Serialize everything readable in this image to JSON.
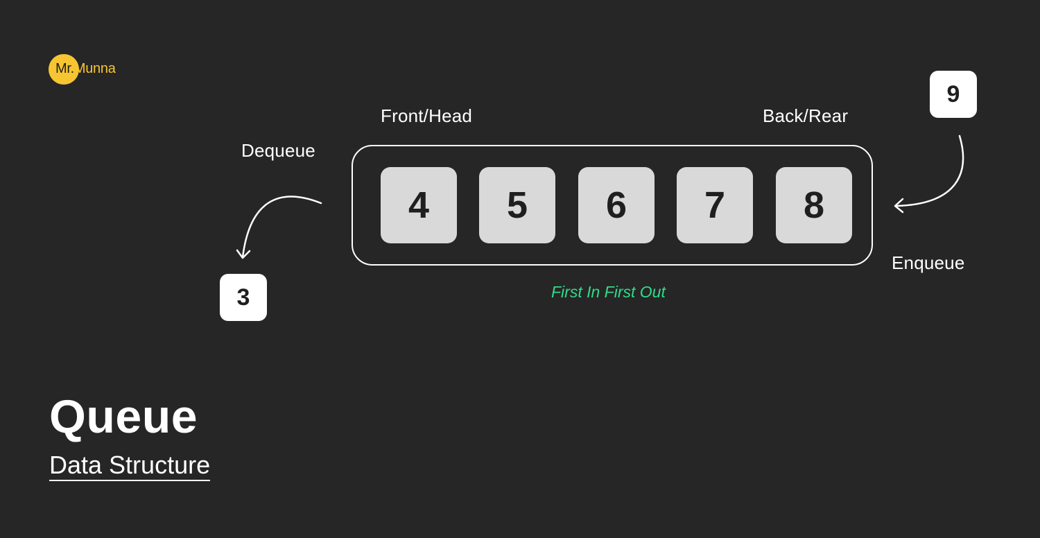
{
  "brand": {
    "prefix": "Mr.",
    "name": "Munna"
  },
  "labels": {
    "front": "Front/Head",
    "back": "Back/Rear",
    "dequeue": "Dequeue",
    "enqueue": "Enqueue"
  },
  "queue": {
    "items": [
      "4",
      "5",
      "6",
      "7",
      "8"
    ]
  },
  "tokens": {
    "incoming": "9",
    "outgoing": "3"
  },
  "note": "First In First Out",
  "title": "Queue",
  "subtitle": "Data Structure",
  "colors": {
    "background": "#262626",
    "brand": "#f7c531",
    "cell": "#d9d9d9",
    "note": "#2fdc8a"
  }
}
